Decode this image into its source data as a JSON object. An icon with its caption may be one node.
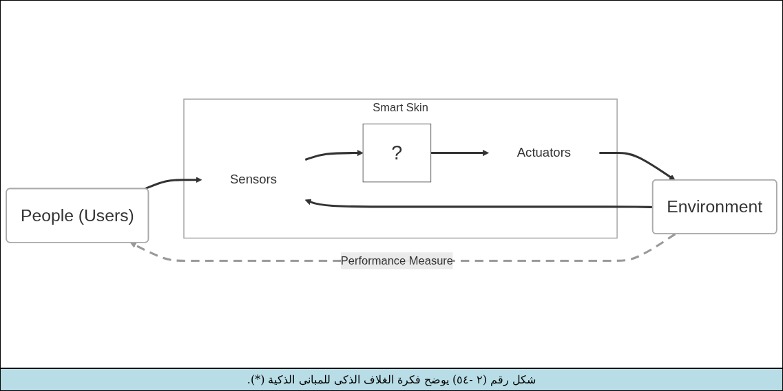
{
  "diagram": {
    "caption": "شكل رقم (٢ -٥٤) يوضح فكرة الغلاف الذكى للمبانى الذكية (*).",
    "nodes": [
      {
        "text": [
          "People (Users)"
        ]
      },
      {
        "text": [
          "Smart Skin"
        ]
      },
      {
        "text": [
          "Sensors"
        ],
        "in": 1
      },
      {
        "text": [
          "?"
        ],
        "in": 1
      },
      {
        "text": [
          "Actuators"
        ],
        "in": 1
      },
      {
        "text": [
          "Environment"
        ]
      }
    ],
    "edges": [
      {
        "from": 0,
        "to": 2,
        "arrow": "to"
      },
      {
        "from": 5,
        "to": 2,
        "arrow": "to"
      },
      {
        "from": 2,
        "to": 3,
        "arrow": "to"
      },
      {
        "from": 3,
        "to": 4,
        "arrow": "to"
      },
      {
        "from": 4,
        "to": 5,
        "arrow": "to"
      },
      {
        "from": 5,
        "to": 0,
        "arrow": "to",
        "label": "Performance Measure",
        "style": "dashed",
        "color": "#999999"
      }
    ]
  }
}
